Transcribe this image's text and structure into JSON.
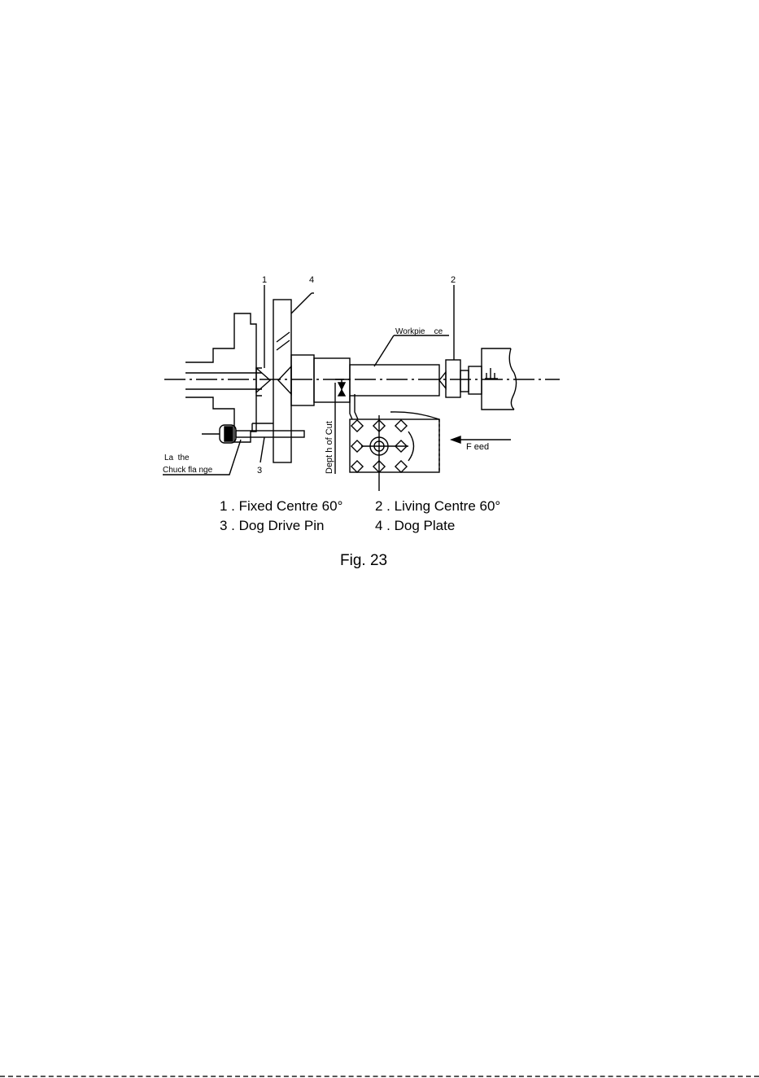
{
  "diagram": {
    "callouts": {
      "fixed_centre_num": "1",
      "dog_plate_num": "4",
      "living_centre_num": "2",
      "dog_drive_pin_num": "3"
    },
    "labels": {
      "workpiece": "Workpie    ce",
      "lathe": "La  the",
      "chuck_flange": "Chuck fla nge",
      "depth_of_cut": "Dept h of Cut",
      "feed": "F eed"
    },
    "legend": {
      "item1": "1 . Fixed Centre 60°",
      "item2": "2 . Living Centre 60°",
      "item3": "3 . Dog Drive Pin",
      "item4": "4 . Dog Plate"
    },
    "caption": "Fig. 23"
  }
}
